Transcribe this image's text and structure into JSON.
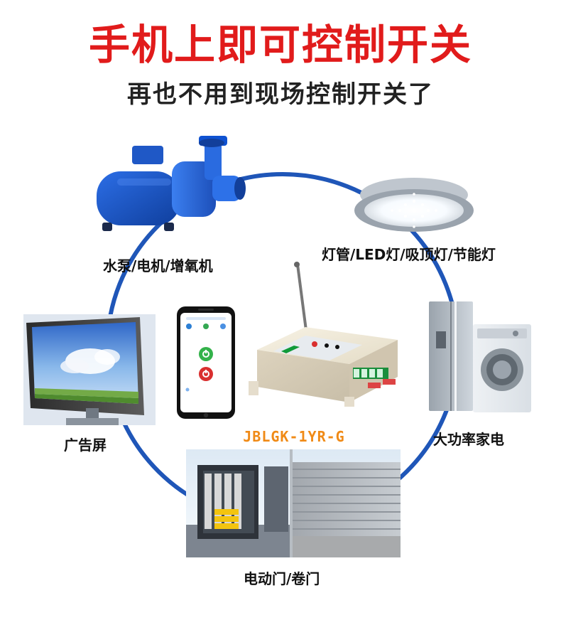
{
  "header": {
    "headline": "手机上即可控制开关",
    "subline": "再也不用到现场控制开关了"
  },
  "labels": {
    "pump": "水泵/电机/增氧机",
    "ceiling_light": "灯管/LED灯/吸顶灯/节能灯",
    "billboard": "广告屏",
    "appliances": "大功率家电",
    "gates": "电动门/卷门"
  },
  "model": {
    "name": "JBLGK-1YR-G"
  },
  "colors": {
    "headline": "#e11b1b",
    "model": "#f08a16",
    "ring": "#1f56b8",
    "app_green": "#33b24a",
    "app_red": "#d92f2f"
  },
  "icons": {
    "pump": "water-pump-icon",
    "ceiling_light": "ceiling-light-icon",
    "billboard": "billboard-icon",
    "phone": "phone-app-icon",
    "controller": "controller-box-icon",
    "appliances": "appliance-icon",
    "gates": "gate-icon"
  }
}
